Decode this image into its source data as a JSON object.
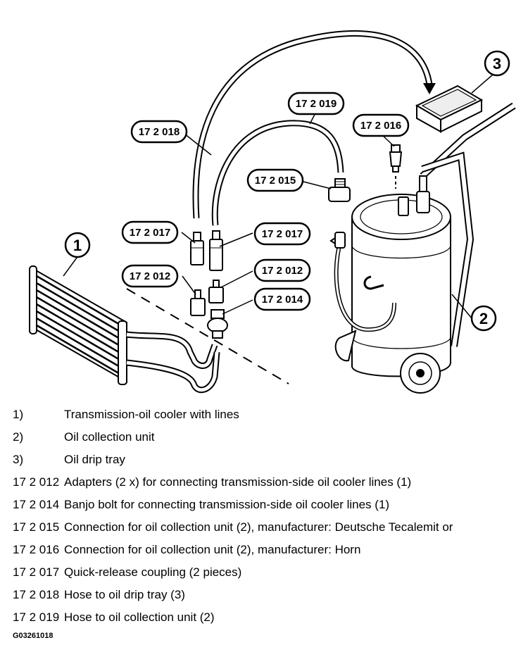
{
  "diagram": {
    "callouts": {
      "c172018": "17 2 018",
      "c172019": "17 2 019",
      "c172016": "17 2 016",
      "c172015": "17 2 015",
      "c172017a": "17 2 017",
      "c172017b": "17 2 017",
      "c172012a": "17 2 012",
      "c172012b": "17 2 012",
      "c172014": "17 2 014"
    },
    "numbers": {
      "n1": "1",
      "n2": "2",
      "n3": "3"
    }
  },
  "legend": [
    {
      "key": "1)",
      "desc": "Transmission-oil cooler with lines"
    },
    {
      "key": "2)",
      "desc": "Oil collection unit"
    },
    {
      "key": "3)",
      "desc": "Oil drip tray"
    },
    {
      "key": "17 2 012",
      "desc": "Adapters (2 x) for connecting transmission-side oil cooler lines (1)"
    },
    {
      "key": "17 2 014",
      "desc": "Banjo bolt for connecting transmission-side oil cooler lines (1)"
    },
    {
      "key": "17 2 015",
      "desc": "Connection for oil collection unit (2), manufacturer: Deutsche Tecalemit or"
    },
    {
      "key": "17 2 016",
      "desc": "Connection for oil collection unit (2), manufacturer: Horn"
    },
    {
      "key": "17 2 017",
      "desc": "Quick-release coupling (2 pieces)"
    },
    {
      "key": "17 2 018",
      "desc": "Hose to oil drip tray (3)"
    },
    {
      "key": "17 2 019",
      "desc": "Hose to oil collection unit (2)"
    }
  ],
  "figure_code": "G03261018"
}
